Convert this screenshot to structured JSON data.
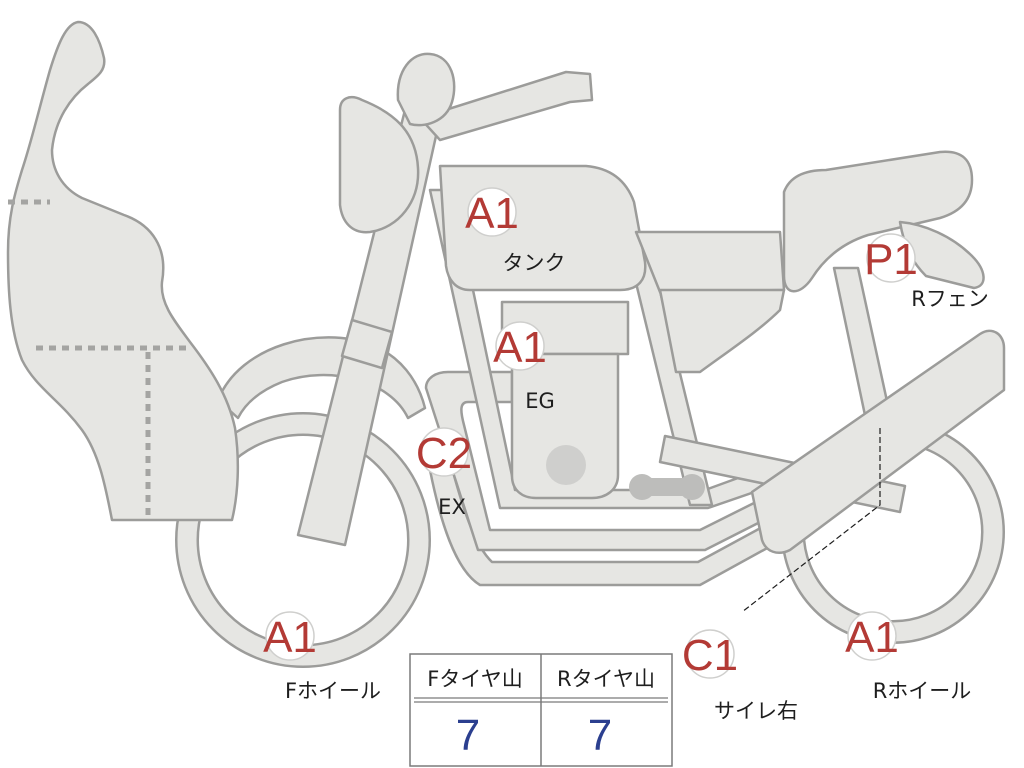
{
  "markers": [
    {
      "id": "tank",
      "grade": "A1",
      "label": "タンク"
    },
    {
      "id": "engine",
      "grade": "A1",
      "label": "EG"
    },
    {
      "id": "exhaust",
      "grade": "C2",
      "label": "EX"
    },
    {
      "id": "rear-fender",
      "grade": "P1",
      "label": "Rフェン"
    },
    {
      "id": "front-wheel",
      "grade": "A1",
      "label": "Fホイール"
    },
    {
      "id": "muffler-right",
      "grade": "C1",
      "label": "サイレ右"
    },
    {
      "id": "rear-wheel",
      "grade": "A1",
      "label": "Rホイール"
    }
  ],
  "tire_table": {
    "headers": [
      "Fタイヤ山",
      "Rタイヤ山"
    ],
    "values": [
      "7",
      "7"
    ]
  },
  "colors": {
    "part_fill": "#e6e6e3",
    "part_stroke": "#9c9c9a",
    "grade_text": "#b33a35",
    "table_value": "#2b3f8f"
  }
}
